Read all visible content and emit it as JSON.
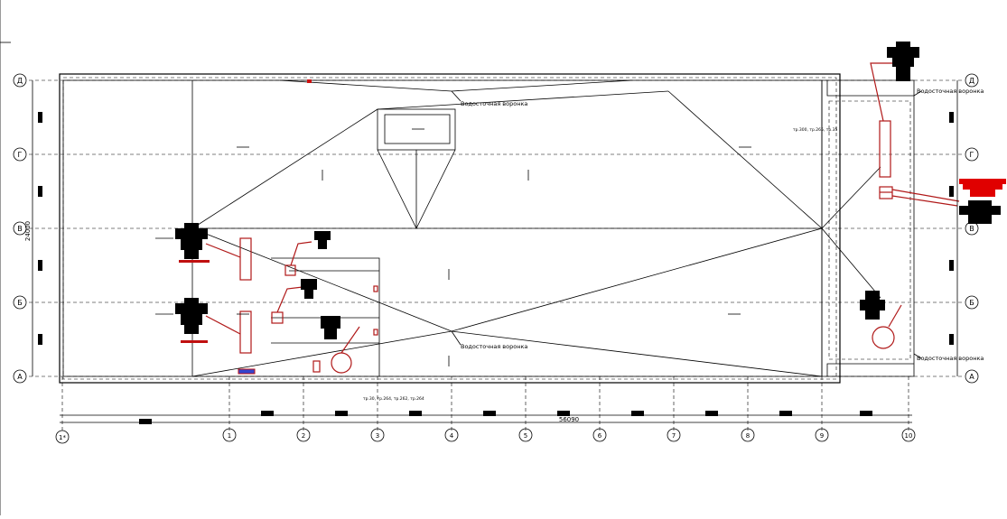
{
  "axes": {
    "rows": [
      "Д",
      "Г",
      "В",
      "Б",
      "А"
    ],
    "cols": [
      "1*",
      "1",
      "2",
      "3",
      "4",
      "5",
      "6",
      "7",
      "8",
      "9",
      "10"
    ]
  },
  "dimensions": {
    "width_total": "56090",
    "height_total": "24000"
  },
  "labels": {
    "funnel_top": "Водосточная воронка",
    "funnel_bottom": "Водосточная воронка",
    "funnel_right_top": "Водосточная воронка",
    "funnel_right_bottom": "Водосточная воронка",
    "pipes_bottom": "тр.30, тр.264, тр.262, тр.264",
    "pipe_top_right": "тр.300, тр.265, тр.35"
  }
}
